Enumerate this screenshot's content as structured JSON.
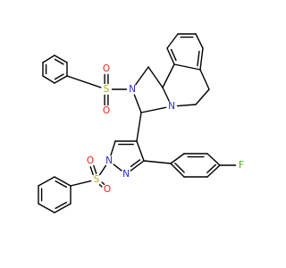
{
  "colors": {
    "bond": "#000000",
    "N": "#2a2ad8",
    "O": "#e8241c",
    "S": "#b5a81c",
    "F": "#55aa1e"
  },
  "atoms": [
    {
      "id": "s1",
      "el": "S",
      "label": "S"
    },
    {
      "id": "o1a",
      "el": "O",
      "label": "O"
    },
    {
      "id": "o1b",
      "el": "O",
      "label": "O"
    },
    {
      "id": "n2",
      "el": "N",
      "label": "N"
    },
    {
      "id": "n5",
      "el": "N",
      "label": "N"
    },
    {
      "id": "npz1",
      "el": "N",
      "label": "N"
    },
    {
      "id": "npz2",
      "el": "N",
      "label": "N"
    },
    {
      "id": "s2",
      "el": "S",
      "label": "S"
    },
    {
      "id": "o2a",
      "el": "O",
      "label": "O"
    },
    {
      "id": "o2b",
      "el": "O",
      "label": "O"
    },
    {
      "id": "f1",
      "el": "F",
      "label": "F"
    }
  ]
}
